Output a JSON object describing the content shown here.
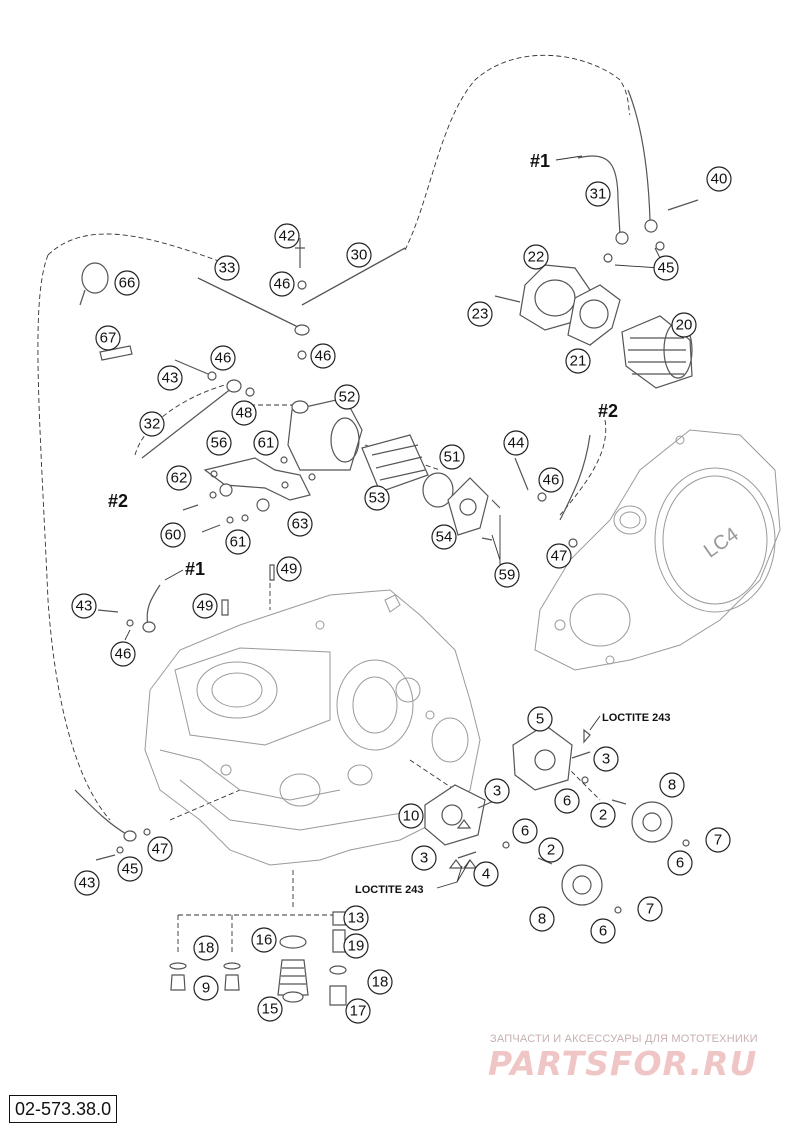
{
  "drawing_number": "02-573.38.0",
  "markers": {
    "m1": "#1",
    "m2": "#2"
  },
  "loctite": "LOCTITE 243",
  "cover_logo": "LC4",
  "watermark": {
    "line1": "ЗАПЧАСТИ И АКСЕССУАРЫ ДЛЯ МОТОТЕХНИКИ",
    "line2": "PARTSFOR.RU"
  },
  "callouts": {
    "c2a": "2",
    "c2b": "2",
    "c3a": "3",
    "c3b": "3",
    "c3c": "3",
    "c4": "4",
    "c5": "5",
    "c6a": "6",
    "c6b": "6",
    "c6c": "6",
    "c6d": "6",
    "c7a": "7",
    "c7b": "7",
    "c8a": "8",
    "c8b": "8",
    "c9": "9",
    "c10": "10",
    "c13": "13",
    "c15": "15",
    "c16": "16",
    "c17": "17",
    "c18a": "18",
    "c18b": "18",
    "c19": "19",
    "c20": "20",
    "c21": "21",
    "c22": "22",
    "c23": "23",
    "c30": "30",
    "c31": "31",
    "c32": "32",
    "c33": "33",
    "c40": "40",
    "c42": "42",
    "c43a": "43",
    "c43b": "43",
    "c43c": "43",
    "c44": "44",
    "c45a": "45",
    "c45b": "45",
    "c46a": "46",
    "c46b": "46",
    "c46c": "46",
    "c46d": "46",
    "c46e": "46",
    "c47a": "47",
    "c47b": "47",
    "c48": "48",
    "c49a": "49",
    "c49b": "49",
    "c51": "51",
    "c52": "52",
    "c53": "53",
    "c54": "54",
    "c56": "56",
    "c59": "59",
    "c60": "60",
    "c61a": "61",
    "c61b": "61",
    "c62": "62",
    "c63": "63",
    "c66": "66",
    "c67": "67"
  }
}
